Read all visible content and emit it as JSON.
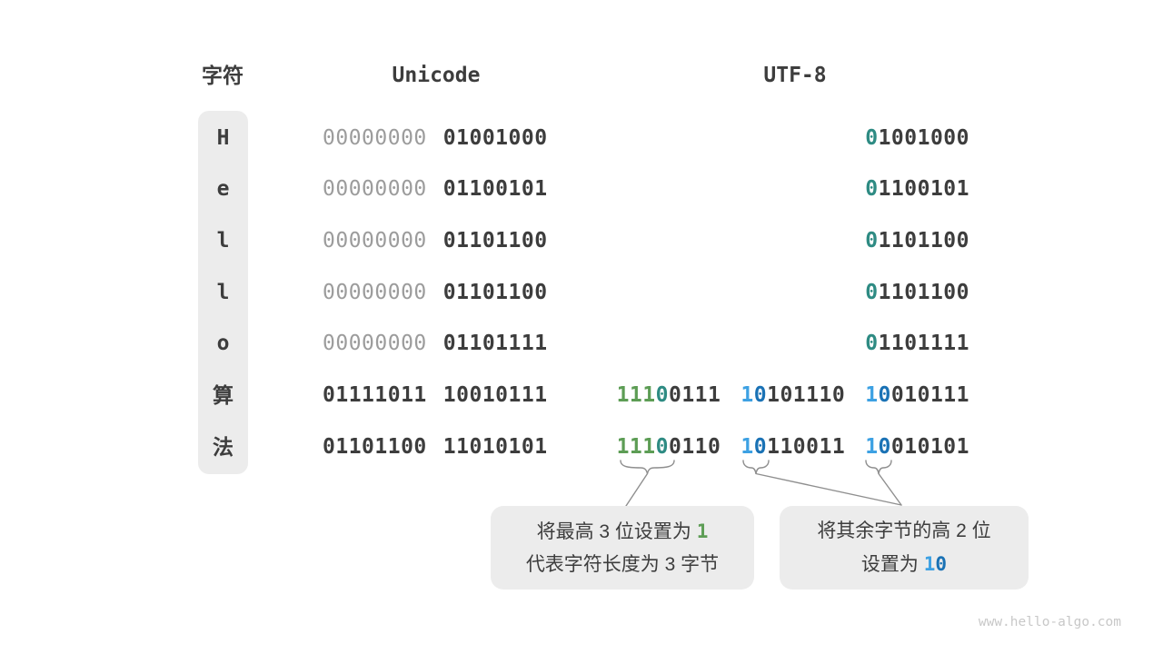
{
  "colors": {
    "dark": "#3d3d3d",
    "gray_zero": "#9c9c9c",
    "green_one_bits": "#5d9d55",
    "teal_zero_bit": "#2e8b83",
    "blue_one_bit": "#3da1e3",
    "blue_zero_bit": "#1a72b5",
    "box_background": "#ececec",
    "connector_line": "#8f8f8f"
  },
  "header": {
    "char_label": "字符",
    "unicode_label": "Unicode",
    "utf8_label": "UTF-8"
  },
  "rows": [
    {
      "char": "H",
      "char_type": "latin",
      "unicode": [
        {
          "text": "00000000",
          "color": "gray"
        },
        {
          "text": "01001000",
          "color": "dark"
        }
      ],
      "utf8": [
        [
          {
            "text": "0",
            "color": "teal"
          },
          {
            "text": "1001000",
            "color": "dark"
          }
        ]
      ]
    },
    {
      "char": "e",
      "char_type": "latin",
      "unicode": [
        {
          "text": "00000000",
          "color": "gray"
        },
        {
          "text": "01100101",
          "color": "dark"
        }
      ],
      "utf8": [
        [
          {
            "text": "0",
            "color": "teal"
          },
          {
            "text": "1100101",
            "color": "dark"
          }
        ]
      ]
    },
    {
      "char": "l",
      "char_type": "latin",
      "unicode": [
        {
          "text": "00000000",
          "color": "gray"
        },
        {
          "text": "01101100",
          "color": "dark"
        }
      ],
      "utf8": [
        [
          {
            "text": "0",
            "color": "teal"
          },
          {
            "text": "1101100",
            "color": "dark"
          }
        ]
      ]
    },
    {
      "char": "l",
      "char_type": "latin",
      "unicode": [
        {
          "text": "00000000",
          "color": "gray"
        },
        {
          "text": "01101100",
          "color": "dark"
        }
      ],
      "utf8": [
        [
          {
            "text": "0",
            "color": "teal"
          },
          {
            "text": "1101100",
            "color": "dark"
          }
        ]
      ]
    },
    {
      "char": "o",
      "char_type": "latin",
      "unicode": [
        {
          "text": "00000000",
          "color": "gray"
        },
        {
          "text": "01101111",
          "color": "dark"
        }
      ],
      "utf8": [
        [
          {
            "text": "0",
            "color": "teal"
          },
          {
            "text": "1101111",
            "color": "dark"
          }
        ]
      ]
    },
    {
      "char": "算",
      "char_type": "cjk",
      "unicode": [
        {
          "text": "01111011",
          "color": "dark"
        },
        {
          "text": "10010111",
          "color": "dark"
        }
      ],
      "utf8": [
        [
          {
            "text": "111",
            "color": "green"
          },
          {
            "text": "0",
            "color": "teal"
          },
          {
            "text": "0111",
            "color": "dark"
          }
        ],
        [
          {
            "text": "1",
            "color": "blue1"
          },
          {
            "text": "0",
            "color": "blue0"
          },
          {
            "text": "101110",
            "color": "dark"
          }
        ],
        [
          {
            "text": "1",
            "color": "blue1"
          },
          {
            "text": "0",
            "color": "blue0"
          },
          {
            "text": "010111",
            "color": "dark"
          }
        ]
      ]
    },
    {
      "char": "法",
      "char_type": "cjk",
      "unicode": [
        {
          "text": "01101100",
          "color": "dark"
        },
        {
          "text": "11010101",
          "color": "dark"
        }
      ],
      "utf8": [
        [
          {
            "text": "111",
            "color": "green"
          },
          {
            "text": "0",
            "color": "teal"
          },
          {
            "text": "0110",
            "color": "dark"
          }
        ],
        [
          {
            "text": "1",
            "color": "blue1"
          },
          {
            "text": "0",
            "color": "blue0"
          },
          {
            "text": "110011",
            "color": "dark"
          }
        ],
        [
          {
            "text": "1",
            "color": "blue1"
          },
          {
            "text": "0",
            "color": "blue0"
          },
          {
            "text": "010101",
            "color": "dark"
          }
        ]
      ]
    }
  ],
  "callouts": {
    "left": {
      "line1_prefix": "将最高 3 位设置为 ",
      "line1_value": "1",
      "line2": "代表字符长度为 3 字节"
    },
    "right": {
      "line1": "将其余字节的高 2 位",
      "line2_prefix": "设置为 ",
      "line2_value_1": "1",
      "line2_value_0": "0"
    }
  },
  "watermark": "www.hello-algo.com"
}
